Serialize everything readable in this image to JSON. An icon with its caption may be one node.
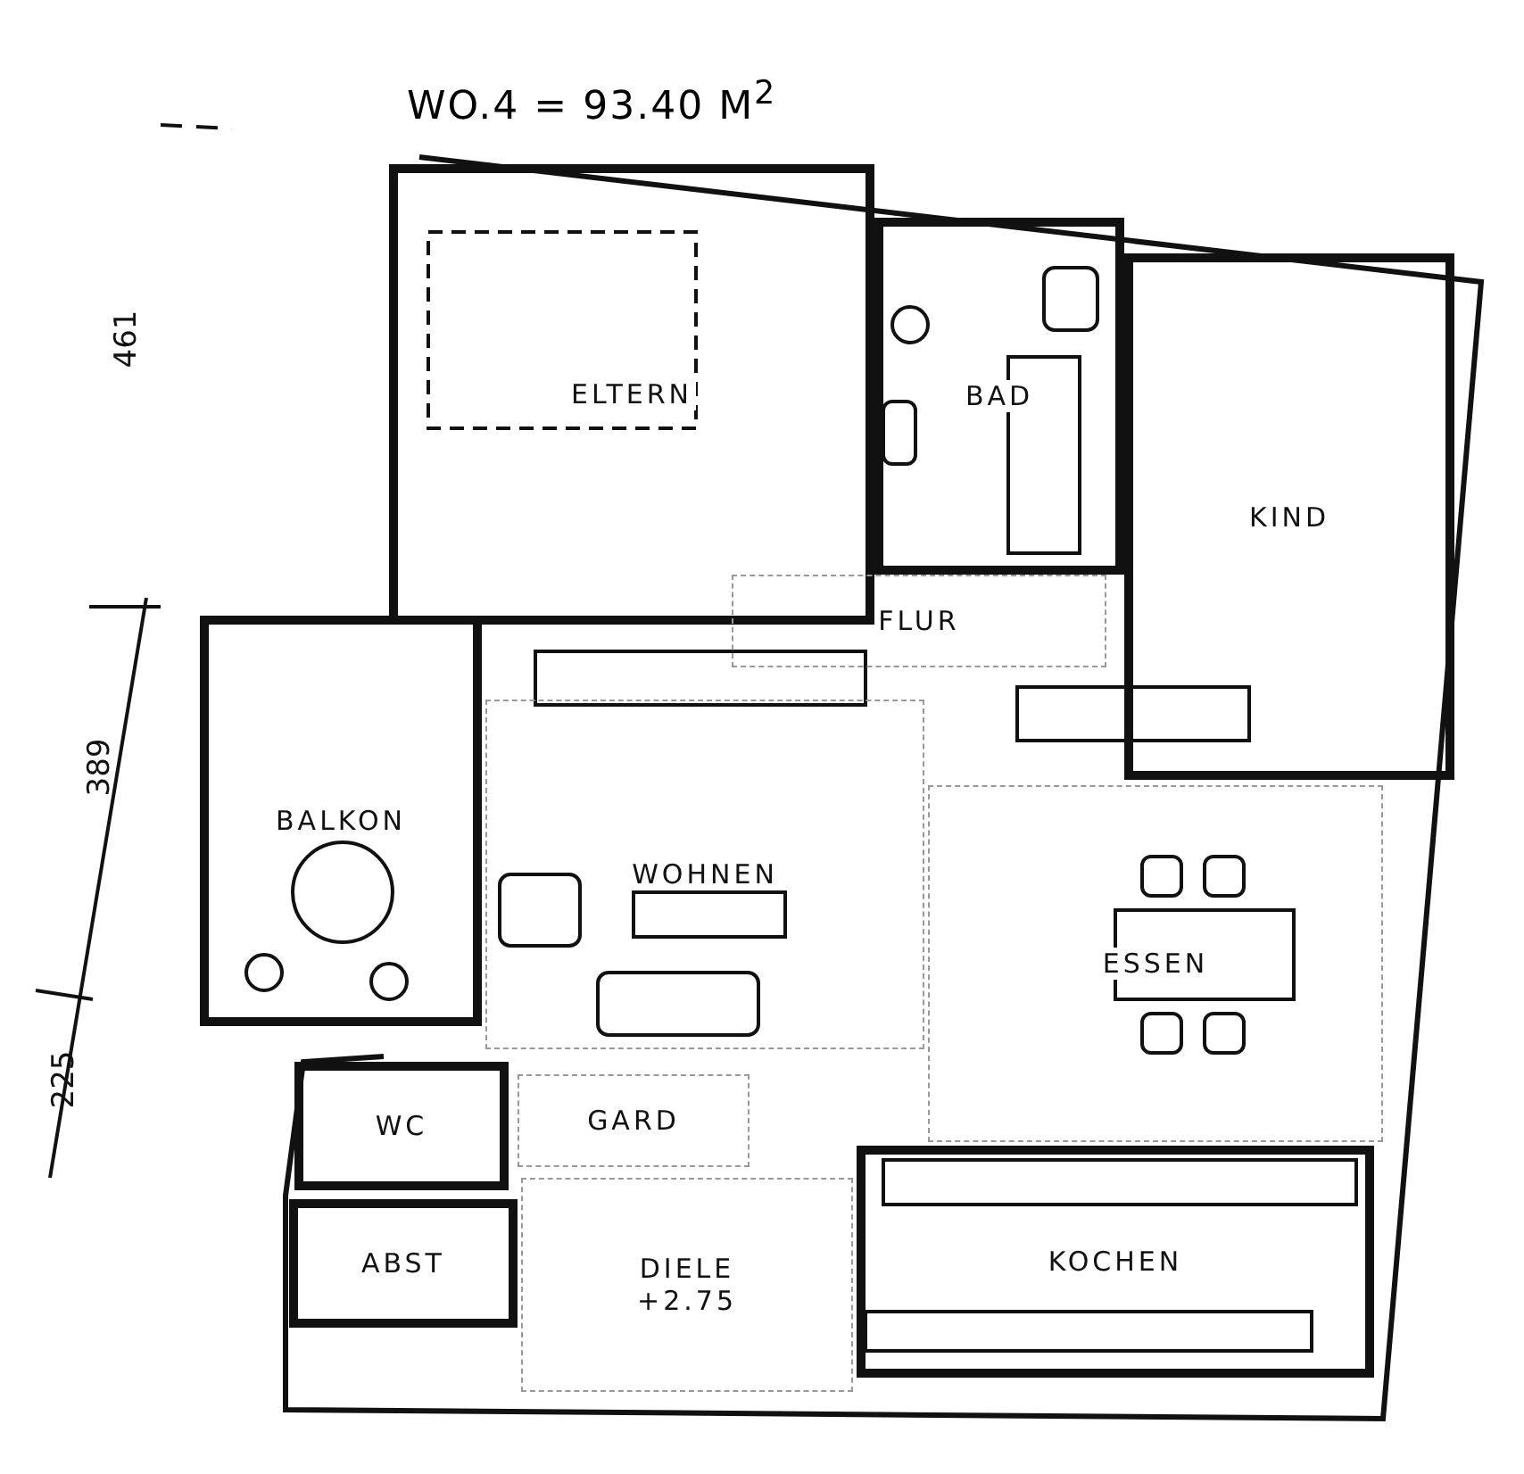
{
  "diagram": {
    "title": "WO.4 = 93.40 M$^{2}$",
    "nodes": [
      {
        "text": [
          "ELTERN"
        ]
      },
      {
        "text": [
          "BAD"
        ]
      },
      {
        "text": [
          "KIND"
        ]
      },
      {
        "text": [
          "FLUR"
        ]
      },
      {
        "text": [
          "BALKON"
        ]
      },
      {
        "text": [
          "WOHNEN"
        ]
      },
      {
        "text": [
          "ESSEN"
        ]
      },
      {
        "text": [
          "WC"
        ]
      },
      {
        "text": [
          "GARD"
        ]
      },
      {
        "text": [
          "ABST"
        ]
      },
      {
        "text": [
          "DIELE",
          "+2.75"
        ]
      },
      {
        "text": [
          "KOCHEN"
        ]
      }
    ],
    "edges": [],
    "labels": [
      "461",
      "389",
      "225"
    ]
  }
}
